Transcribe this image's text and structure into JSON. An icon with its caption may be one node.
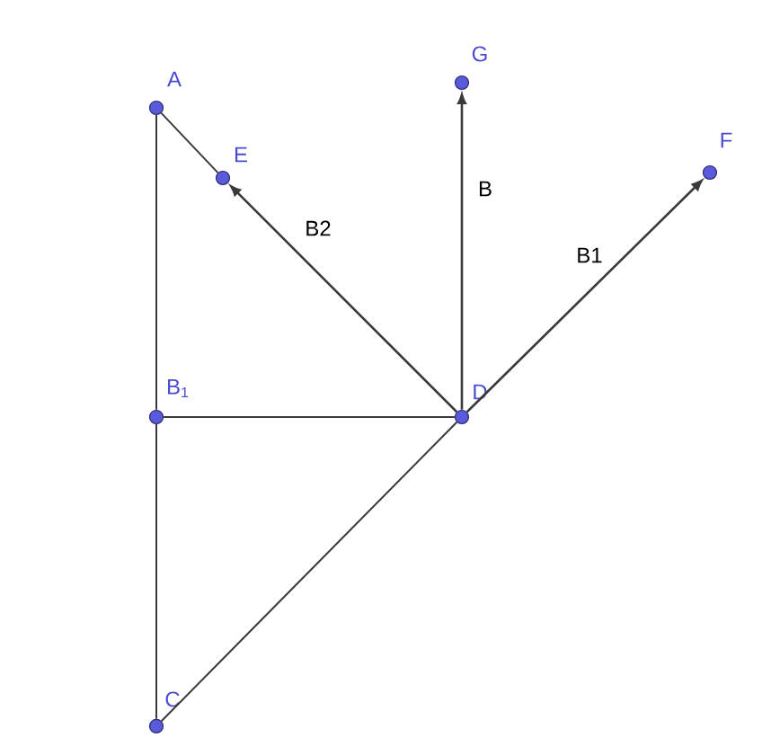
{
  "diagram": {
    "nodes": [
      {
        "text": [
          "A"
        ]
      },
      {
        "text": [
          "E"
        ]
      },
      {
        "text": [
          "G"
        ]
      },
      {
        "text": [
          "F"
        ]
      },
      {
        "text": [
          "B$_{1}$"
        ]
      },
      {
        "text": [
          "D"
        ]
      },
      {
        "text": [
          "C"
        ]
      }
    ],
    "edges": [
      {
        "from": 0,
        "to": 4,
        "arrow": "none"
      },
      {
        "from": 0,
        "to": 1,
        "arrow": "none"
      },
      {
        "from": 5,
        "to": 1,
        "arrow": "to",
        "label": "B2"
      },
      {
        "from": 5,
        "to": 2,
        "arrow": "to",
        "label": "B"
      },
      {
        "from": 5,
        "to": 3,
        "arrow": "to",
        "label": "B1"
      },
      {
        "from": 4,
        "to": 5,
        "arrow": "none"
      },
      {
        "from": 4,
        "to": 6,
        "arrow": "none"
      },
      {
        "from": 6,
        "to": 5,
        "arrow": "none"
      }
    ]
  }
}
